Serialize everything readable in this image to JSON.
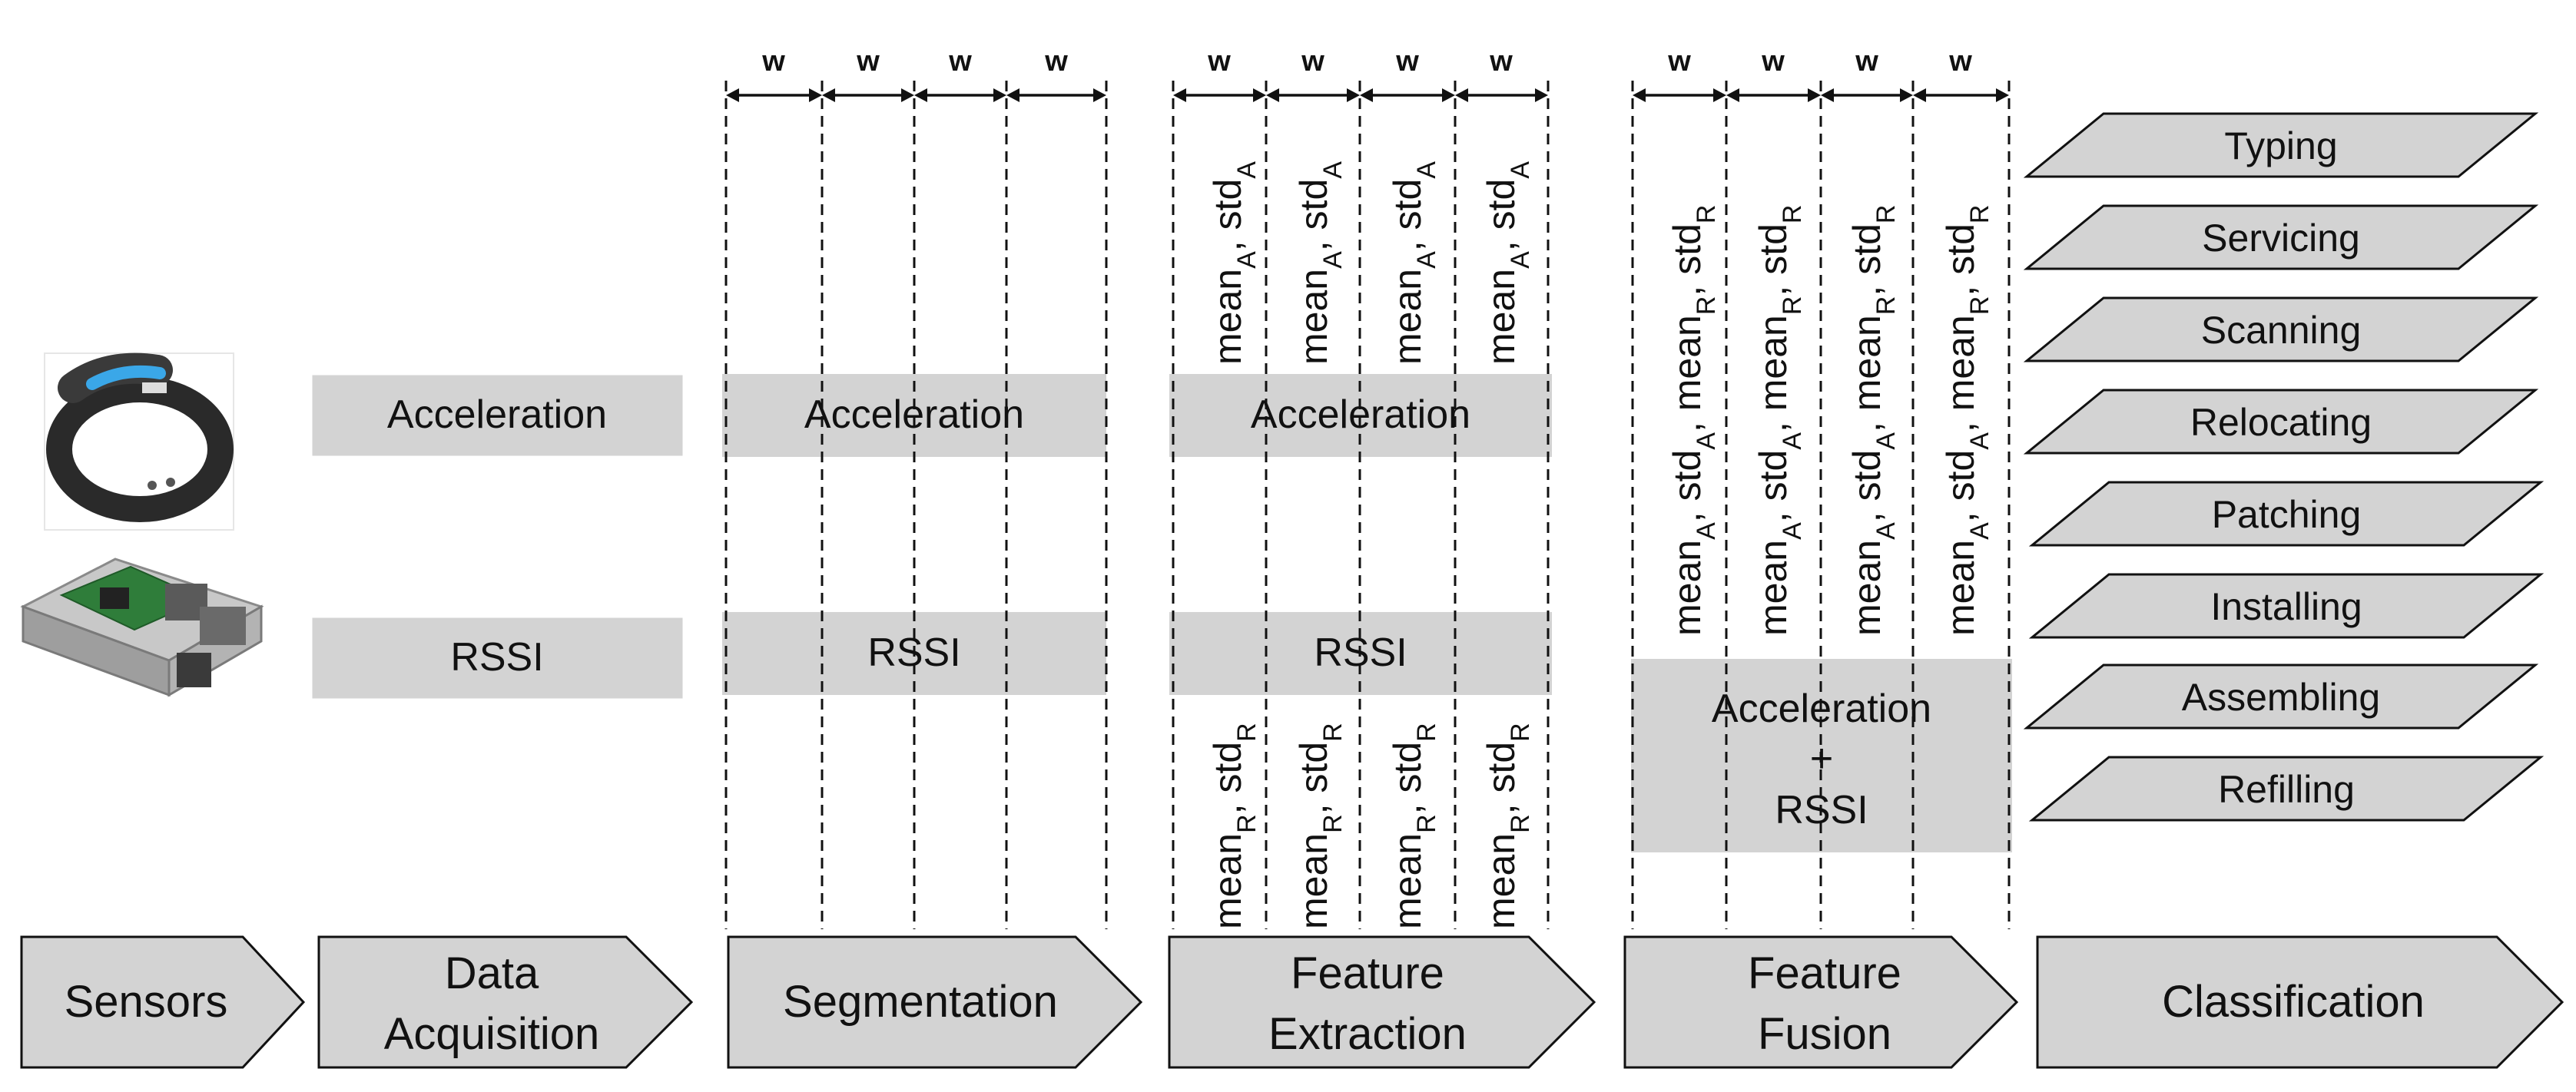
{
  "window_labels": {
    "seg": [
      "w",
      "w",
      "w",
      "w"
    ],
    "feat": [
      "w",
      "w",
      "w",
      "w"
    ],
    "fuse": [
      "w",
      "w",
      "w",
      "w"
    ]
  },
  "acq": {
    "accel": "Acceleration",
    "rssi": "RSSI"
  },
  "seg": {
    "accel": "Acceleration",
    "rssi": "RSSI"
  },
  "feat": {
    "accel": "Acceleration",
    "rssi": "RSSI",
    "accel_feature": {
      "mean": "mean",
      "std": "std",
      "sub": "A",
      "sep": ", "
    },
    "rssi_feature": {
      "mean": "mean",
      "std": "std",
      "sub": "R",
      "sep": ", "
    }
  },
  "fuse": {
    "box_line1": "Acceleration",
    "box_line2": "+",
    "box_line3": "RSSI",
    "feature": {
      "mean": "mean",
      "std": "std",
      "sub_a": "A",
      "sub_r": "R",
      "sep": ", "
    }
  },
  "classes": [
    "Typing",
    "Servicing",
    "Scanning",
    "Relocating",
    "Patching",
    "Installing",
    "Assembling",
    "Refilling"
  ],
  "stages": {
    "sensors": [
      "Sensors"
    ],
    "acquisition": [
      "Data",
      "Acquisition"
    ],
    "segmentation": [
      "Segmentation"
    ],
    "extraction": [
      "Feature",
      "Extraction"
    ],
    "fusion": [
      "Feature",
      "Fusion"
    ],
    "classification": [
      "Classification"
    ]
  },
  "icons": {
    "watch": "smartwatch-icon",
    "board": "raspberry-pi-board-icon"
  },
  "colors": {
    "box_fill": "#d3d3d3",
    "stroke": "#111111",
    "text": "#111111",
    "watch_screen": "#3aa7e8"
  }
}
